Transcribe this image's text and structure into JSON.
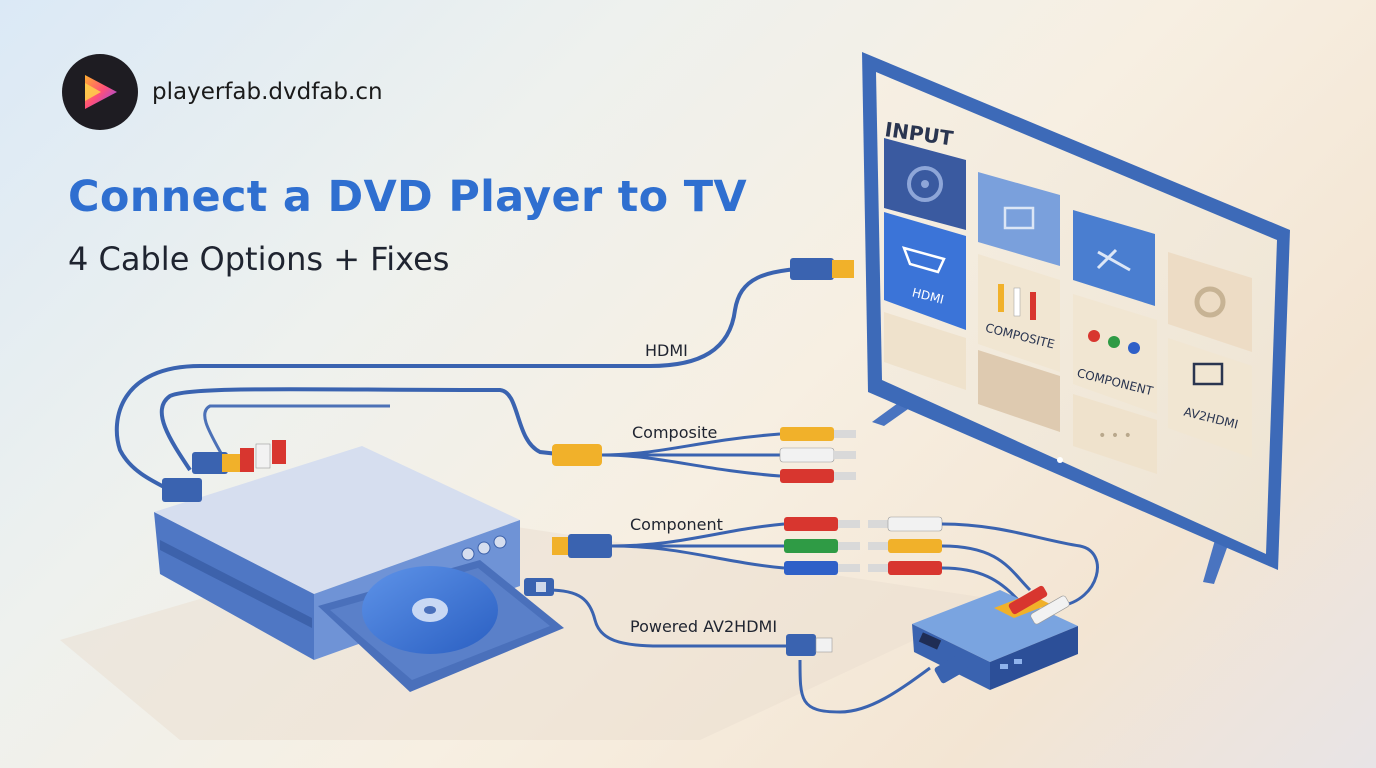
{
  "brand": {
    "domain": "playerfab.dvdfab.cn"
  },
  "header": {
    "title": "Connect a DVD Player to TV",
    "subtitle": "4 Cable Options + Fixes"
  },
  "tv": {
    "heading": "INPUT",
    "tiles": [
      "HDMI",
      "COMPOSITE",
      "COMPONENT",
      "AV2HDMI"
    ],
    "more_glyph": "• • •"
  },
  "cables": {
    "hdmi": "HDMI",
    "composite": "Composite",
    "component": "Component",
    "av2hdmi": "Powered AV2HDMI"
  },
  "colors": {
    "accent": "#2f6fd0",
    "cable": "#3a63b0",
    "yellow": "#f1b12a",
    "white": "#f2f2f2",
    "red": "#d8362f",
    "green": "#2f9b45",
    "blue": "#2f60c8"
  }
}
